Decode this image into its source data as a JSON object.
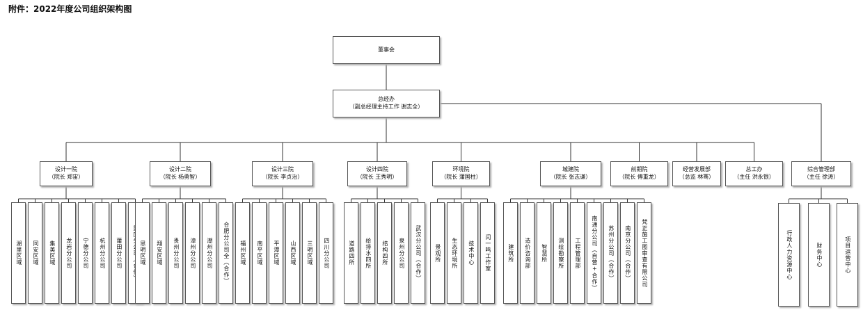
{
  "title": "附件：2022年度公司组织架构图",
  "root": {
    "line1": "董事会",
    "line2": ""
  },
  "gm": {
    "line1": "总经办",
    "line2": "（副总经理主持工作 谢志全）"
  },
  "departments": [
    {
      "name": "设计一院",
      "head": "（院长 郑宙）",
      "units": [
        "湖里区域",
        "同安区域",
        "集美区域",
        "龙岩分公司",
        "宁德分公司",
        "杭州分公司",
        "莆田分公司",
        "重庆分公司（合作）"
      ]
    },
    {
      "name": "设计二院",
      "head": "（院长 杨勇智）",
      "units": [
        "思明区域",
        "翔安区域",
        "贵州分公司",
        "漳州分公司",
        "潮州分公司",
        "合肥分公司全（合作）"
      ]
    },
    {
      "name": "设计三院",
      "head": "（院长 李贞治）",
      "units": [
        "福州区域",
        "南平区域",
        "平潭区域",
        "山西区域",
        "三明区域",
        "四川分公司"
      ]
    },
    {
      "name": "设计四院",
      "head": "（院长 王秀明）",
      "units": [
        "道路四所",
        "给排水四所",
        "结构四所",
        "泉州分公司",
        "武汉分公司（合作）"
      ]
    },
    {
      "name": "环境院",
      "head": "（院长 蒲国柱）",
      "units": [
        "景观所",
        "生态环境所",
        "技术中心",
        "闫一鸣工作室"
      ]
    },
    {
      "name": "城建院",
      "head": "（院长 张志谦）",
      "units": [
        "建筑所",
        "造价咨询部",
        "智慧所",
        "测绘勘察所",
        "工程管理部",
        "南通分公司（自营+合作）",
        "苏州分公司（合作）",
        "南京分公司（合作）",
        "梵正施工图审查有限公司"
      ]
    },
    {
      "name": "前期院",
      "head": "（院长 傅重龙）",
      "units": []
    },
    {
      "name": "经营发展部",
      "head": "（总监 林骞）",
      "units": []
    },
    {
      "name": "总工办",
      "head": "（主任 洪永银）",
      "units": []
    }
  ],
  "admin": {
    "name": "综合管理部",
    "head": "（主任 徐涛）",
    "units": [
      "行政人力资源中心",
      "财务中心",
      "项目运营中心"
    ]
  }
}
